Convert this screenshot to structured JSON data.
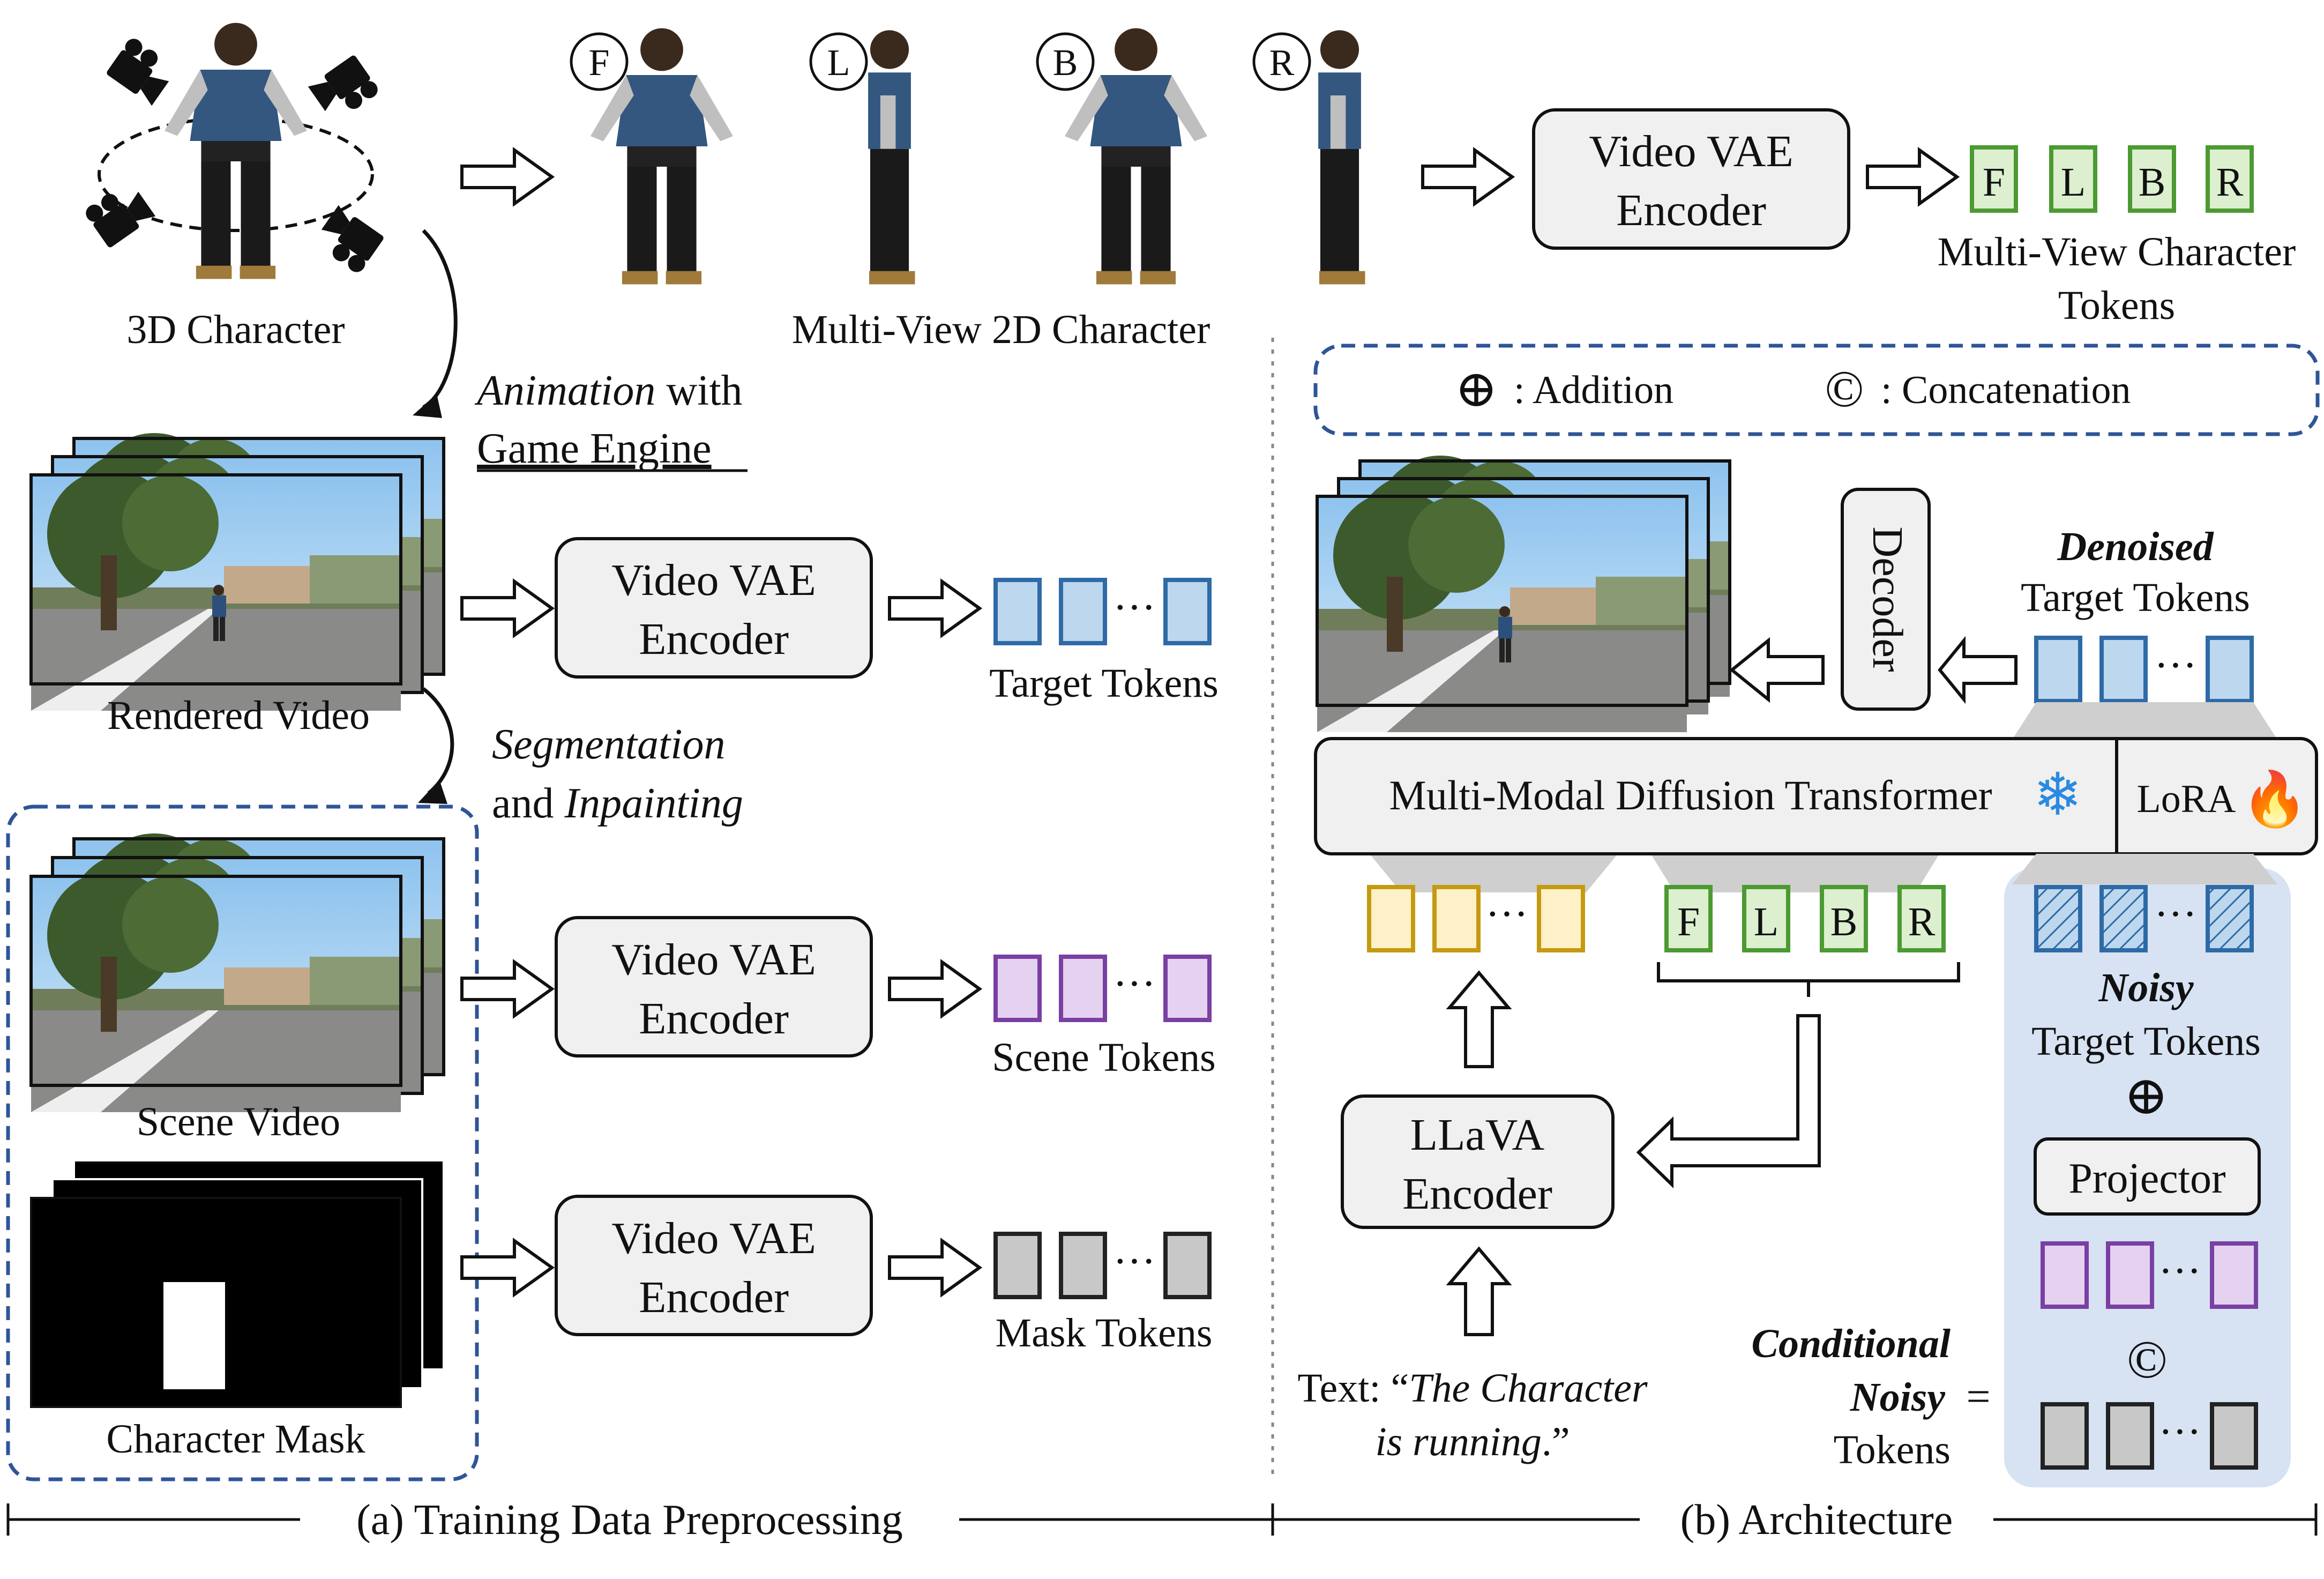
{
  "left": {
    "character_label": "3D Character",
    "views": [
      "F",
      "L",
      "B",
      "R"
    ],
    "multiview_label": "Multi-View 2D Character",
    "animation_word": "Animation",
    "animation_with": " with",
    "game_engine": "Game Engine",
    "rendered_video_label": "Rendered Video",
    "segmentation_word": "Segmentation",
    "and_word": "and ",
    "inpainting_word": "Inpainting",
    "scene_video_label": "Scene Video",
    "character_mask_label": "Character Mask",
    "encoder_line1": "Video VAE",
    "encoder_line2": "Encoder",
    "target_tokens": "Target Tokens",
    "scene_tokens": "Scene Tokens",
    "mask_tokens": "Mask Tokens",
    "multiview_tokens_line1": "Multi-View Character",
    "multiview_tokens_line2": "Tokens"
  },
  "legend": {
    "addition_symbol": "⊕",
    "addition_text": ": Addition",
    "concat_symbol": "©",
    "concat_text": ": Concatenation"
  },
  "right": {
    "decoder": "Decoder",
    "denoised_word": "Denoised",
    "denoised_target": "Target Tokens",
    "mmdit": "Multi-Modal Diffusion Transformer",
    "lora": "LoRA",
    "snowflake_glyph": "❄",
    "fire_glyph": "🔥",
    "llava_line1": "LLaVA",
    "llava_line2": "Encoder",
    "text_prefix": "Text: “",
    "text_italic1": "The Character",
    "text_italic2": "is running",
    "text_suffix": ".”",
    "noisy_word": "Noisy",
    "noisy_target": "Target Tokens",
    "plus_symbol": "⊕",
    "projector": "Projector",
    "concat_symbol": "©",
    "conditional_word": "Conditional",
    "noisy_word2": "Noisy",
    "equals": "=",
    "tokens_word": "Tokens",
    "mv_tokens": [
      "F",
      "L",
      "B",
      "R"
    ],
    "dots": "···"
  },
  "footer": {
    "left_caption": "(a) Training Data Preprocessing",
    "right_caption": "(b) Architecture"
  },
  "colors": {
    "blue_fill": "#bcd7ee",
    "blue_stroke": "#2e6aa6",
    "purple_fill": "#e4d2f0",
    "purple_stroke": "#7a3fa3",
    "gray_fill": "#c8c8c8",
    "gray_stroke": "#222222",
    "yellow_fill": "#fff1c7",
    "yellow_stroke": "#c59a10",
    "green_fill": "#dcefcf",
    "green_stroke": "#4c9a32",
    "panel_fill": "#d7e2f3",
    "dash_blue": "#2f5597",
    "box_fill": "#f0f0f0"
  }
}
